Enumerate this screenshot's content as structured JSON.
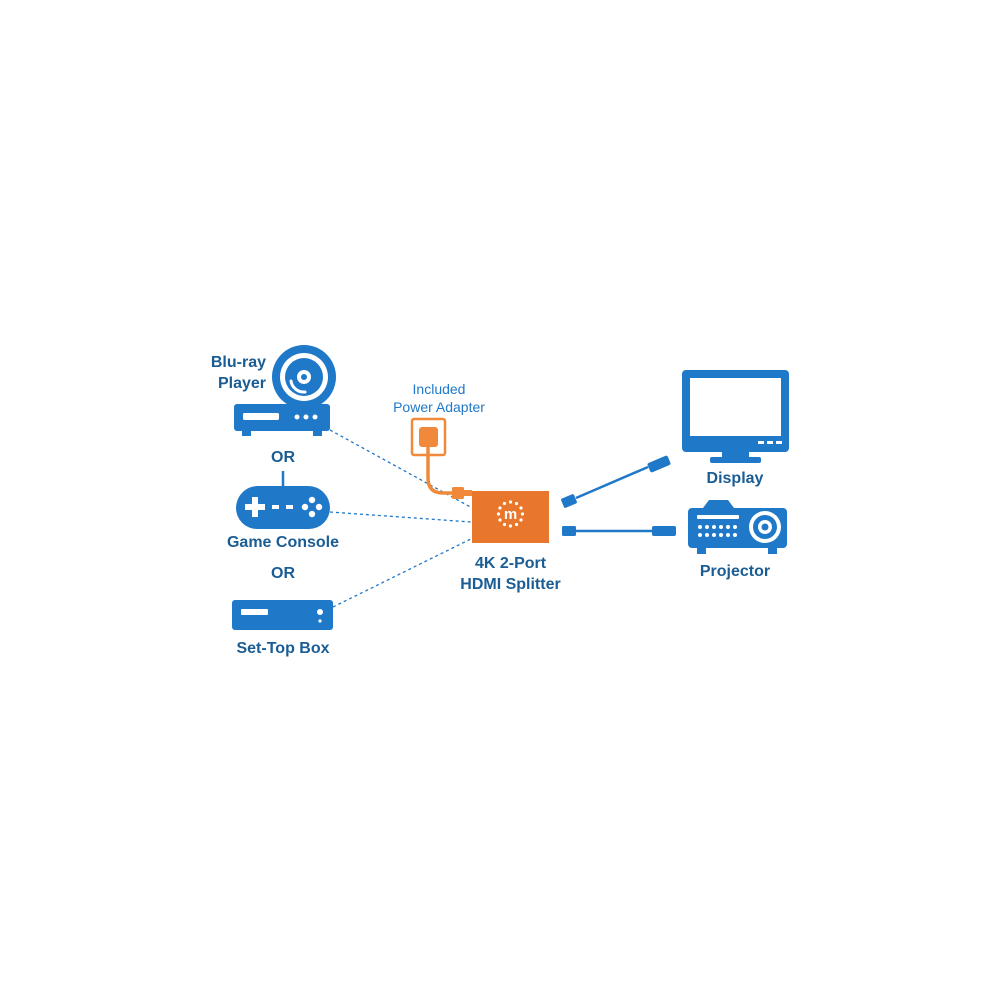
{
  "colors": {
    "device_blue": "#1f78c8",
    "label_blue": "#1a5d94",
    "splitter_orange": "#e8762c",
    "power_orange": "#f08a3a"
  },
  "sources": {
    "bluray": {
      "label_line1": "Blu-ray",
      "label_line2": "Player",
      "icon": "bluray-player-icon"
    },
    "or_1": "OR",
    "game_console": {
      "label": "Game Console",
      "icon": "gamepad-icon"
    },
    "or_2": "OR",
    "set_top_box": {
      "label": "Set-Top Box",
      "icon": "set-top-box-icon"
    }
  },
  "power_adapter": {
    "label_line1": "Included",
    "label_line2": "Power Adapter",
    "icon": "power-plug-icon"
  },
  "splitter": {
    "label_line1": "4K 2-Port",
    "label_line2": "HDMI Splitter",
    "logo_letter": "m",
    "icon": "manhattan-logo-icon"
  },
  "outputs": {
    "display": {
      "label": "Display",
      "icon": "monitor-icon"
    },
    "projector": {
      "label": "Projector",
      "icon": "projector-icon"
    }
  }
}
